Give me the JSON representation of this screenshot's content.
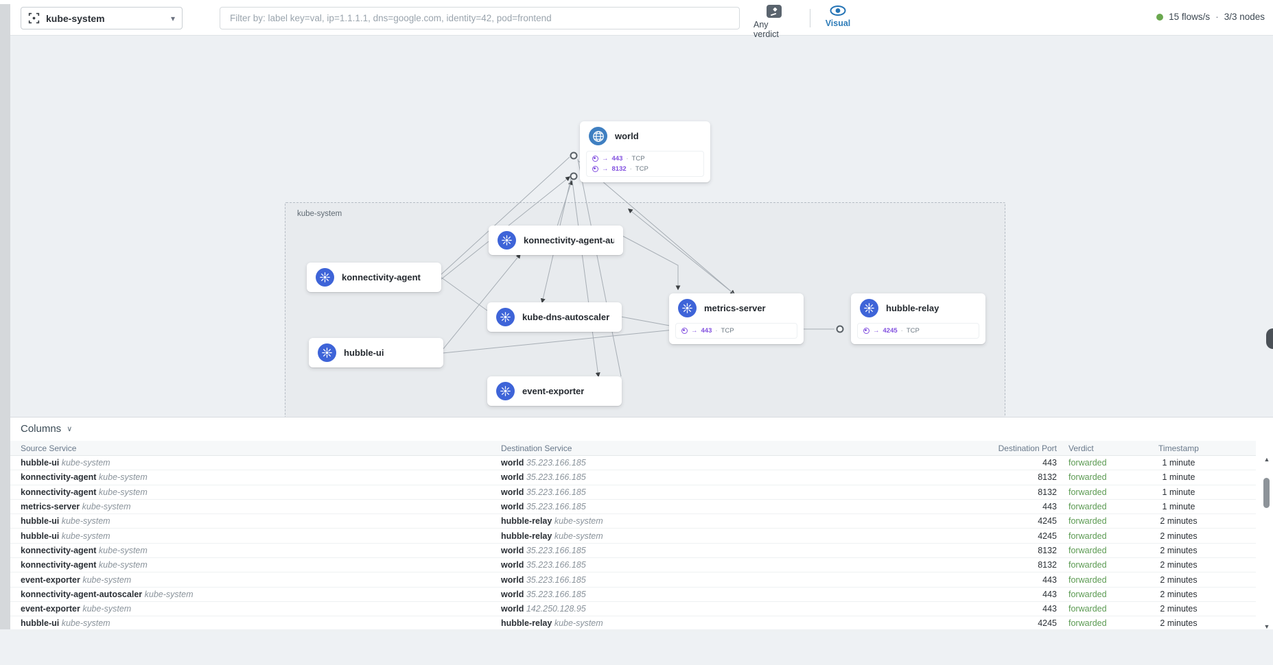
{
  "glyphs": {
    "caret": "▾",
    "chevron": "∨",
    "arrow": "→",
    "dot": "·",
    "scroll_up": "▲",
    "scroll_down": "▼"
  },
  "colors": {
    "k8s_blue": "#3e64d8",
    "globe_blue": "#3f7fc1",
    "port_purple": "#8250df",
    "verdict_green": "#5b9a52",
    "status_green": "#6aa84f",
    "visual_blue": "#2e7cb8"
  },
  "topbar": {
    "namespace_selector": {
      "value": "kube-system"
    },
    "filter_placeholder": "Filter by: label key=val, ip=1.1.1.1, dns=google.com, identity=42, pod=frontend",
    "verdict_button_label": "Any verdict",
    "visual_button_label": "Visual",
    "status": {
      "flows_rate": "15 flows/s",
      "sep": "·",
      "nodes": "3/3 nodes"
    }
  },
  "map": {
    "namespace_label": "kube-system",
    "world": {
      "title": "world",
      "ports": [
        {
          "port": "443",
          "proto": "TCP"
        },
        {
          "port": "8132",
          "proto": "TCP"
        }
      ]
    },
    "services": [
      {
        "title": "konnectivity-agent-autosc…"
      },
      {
        "title": "konnectivity-agent"
      },
      {
        "title": "kube-dns-autoscaler"
      },
      {
        "title": "metrics-server",
        "ports": [
          {
            "port": "443",
            "proto": "TCP"
          }
        ]
      },
      {
        "title": "hubble-relay",
        "ports": [
          {
            "port": "4245",
            "proto": "TCP"
          }
        ]
      },
      {
        "title": "hubble-ui"
      },
      {
        "title": "event-exporter"
      }
    ]
  },
  "flows_table": {
    "columns_button": "Columns",
    "headers": [
      "Source Service",
      "Destination Service",
      "Destination Port",
      "Verdict",
      "Timestamp"
    ],
    "rows": [
      {
        "source": "hubble-ui",
        "source_ns": "kube-system",
        "dest": "world",
        "dest_detail": "35.223.166.185",
        "port": "443",
        "verdict": "forwarded",
        "timestamp": "1 minute"
      },
      {
        "source": "konnectivity-agent",
        "source_ns": "kube-system",
        "dest": "world",
        "dest_detail": "35.223.166.185",
        "port": "8132",
        "verdict": "forwarded",
        "timestamp": "1 minute"
      },
      {
        "source": "konnectivity-agent",
        "source_ns": "kube-system",
        "dest": "world",
        "dest_detail": "35.223.166.185",
        "port": "8132",
        "verdict": "forwarded",
        "timestamp": "1 minute"
      },
      {
        "source": "metrics-server",
        "source_ns": "kube-system",
        "dest": "world",
        "dest_detail": "35.223.166.185",
        "port": "443",
        "verdict": "forwarded",
        "timestamp": "1 minute"
      },
      {
        "source": "hubble-ui",
        "source_ns": "kube-system",
        "dest": "hubble-relay",
        "dest_detail": "kube-system",
        "port": "4245",
        "verdict": "forwarded",
        "timestamp": "2 minutes"
      },
      {
        "source": "hubble-ui",
        "source_ns": "kube-system",
        "dest": "hubble-relay",
        "dest_detail": "kube-system",
        "port": "4245",
        "verdict": "forwarded",
        "timestamp": "2 minutes"
      },
      {
        "source": "konnectivity-agent",
        "source_ns": "kube-system",
        "dest": "world",
        "dest_detail": "35.223.166.185",
        "port": "8132",
        "verdict": "forwarded",
        "timestamp": "2 minutes"
      },
      {
        "source": "konnectivity-agent",
        "source_ns": "kube-system",
        "dest": "world",
        "dest_detail": "35.223.166.185",
        "port": "8132",
        "verdict": "forwarded",
        "timestamp": "2 minutes"
      },
      {
        "source": "event-exporter",
        "source_ns": "kube-system",
        "dest": "world",
        "dest_detail": "35.223.166.185",
        "port": "443",
        "verdict": "forwarded",
        "timestamp": "2 minutes"
      },
      {
        "source": "konnectivity-agent-autoscaler",
        "source_ns": "kube-system",
        "dest": "world",
        "dest_detail": "35.223.166.185",
        "port": "443",
        "verdict": "forwarded",
        "timestamp": "2 minutes"
      },
      {
        "source": "event-exporter",
        "source_ns": "kube-system",
        "dest": "world",
        "dest_detail": "142.250.128.95",
        "port": "443",
        "verdict": "forwarded",
        "timestamp": "2 minutes"
      },
      {
        "source": "hubble-ui",
        "source_ns": "kube-system",
        "dest": "hubble-relay",
        "dest_detail": "kube-system",
        "port": "4245",
        "verdict": "forwarded",
        "timestamp": "2 minutes"
      }
    ]
  }
}
